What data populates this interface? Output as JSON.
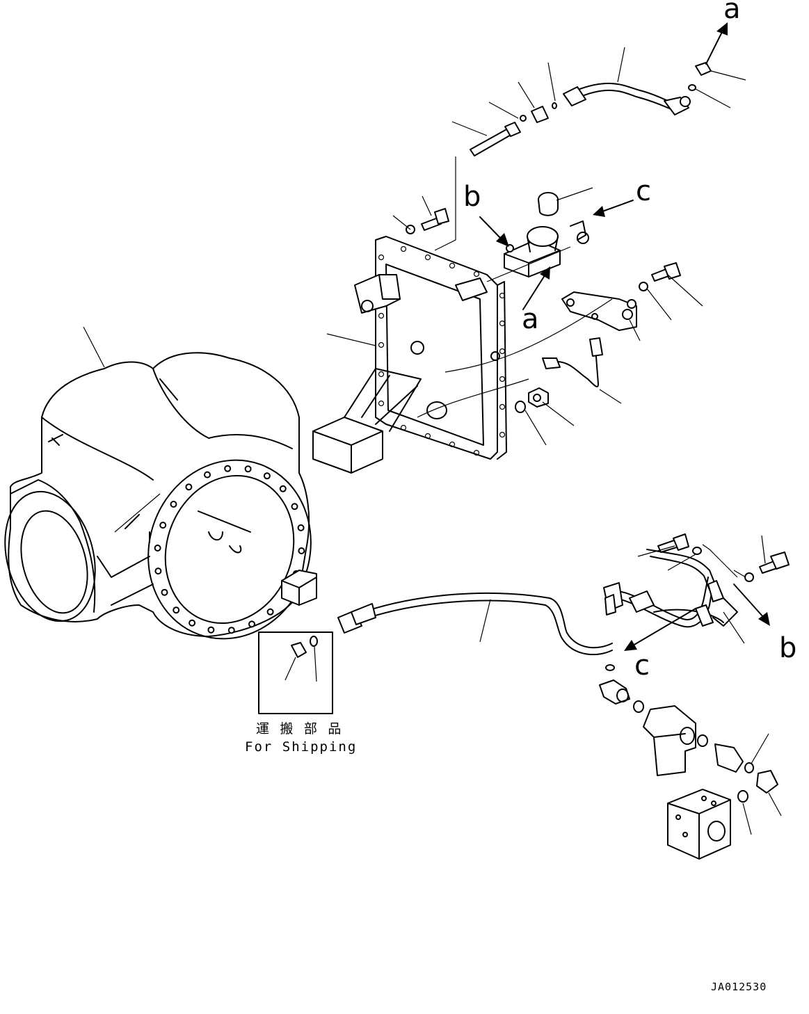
{
  "labels": {
    "a_top": "a",
    "a_mid": "a",
    "b_top": "b",
    "b_right": "b",
    "c_top": "c",
    "c_bottom": "c"
  },
  "shipping_box": {
    "caption_jp": "運 搬 部 品",
    "caption_en": "For Shipping"
  },
  "doc_id": "JA012530"
}
